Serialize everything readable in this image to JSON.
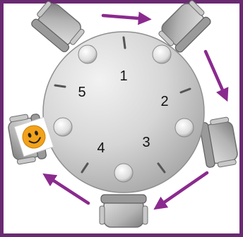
{
  "colors": {
    "border": "#6a2a72",
    "arrow": "#8b2a8e",
    "table_light": "#e9e9e9",
    "table_dark": "#a9a9a9",
    "chair": "#b0b0b0",
    "smiley": "#f2a31b"
  },
  "table_segments": [
    "1",
    "2",
    "3",
    "4",
    "5"
  ],
  "icons": {
    "person": "smiley-face-icon",
    "chair": "office-chair-icon",
    "arrow": "clockwise-arrow-icon"
  }
}
